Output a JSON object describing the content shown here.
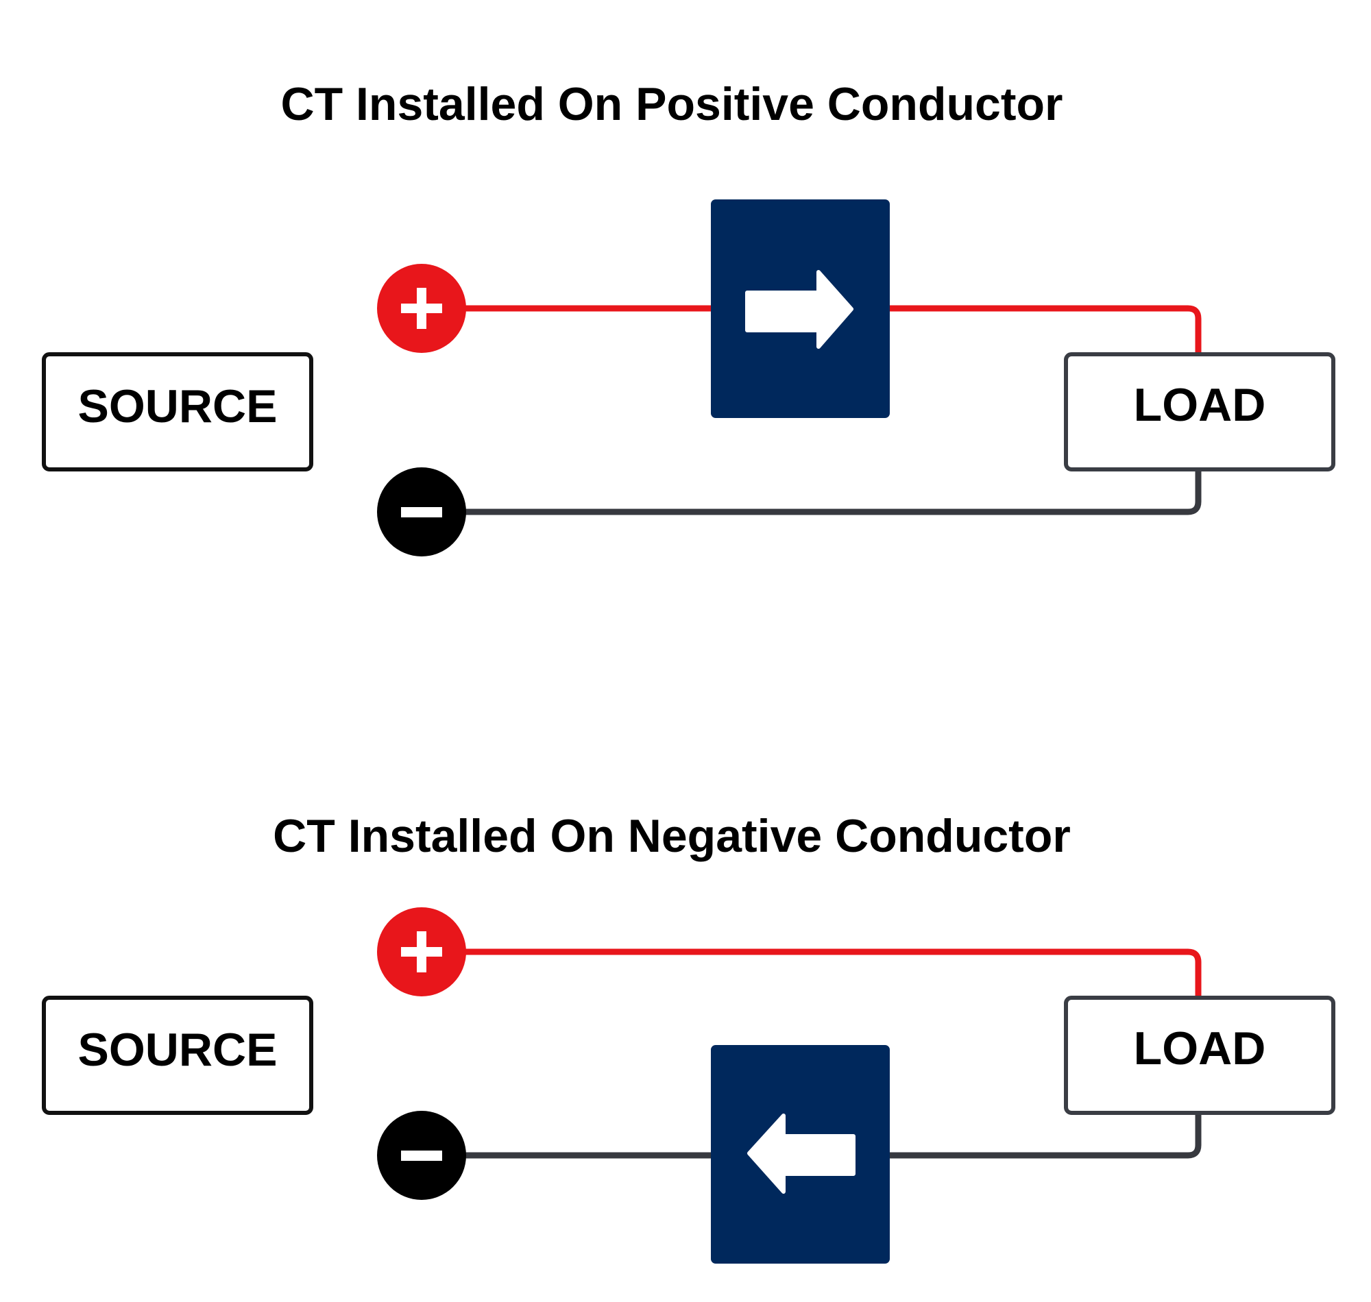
{
  "colors": {
    "positive": "#e8161b",
    "negative": "#37393f",
    "terminal_negative": "#000000",
    "ct": "#00285c",
    "source_border": "#111111",
    "load_border": "#3a3d44"
  },
  "diagrams": [
    {
      "title": "CT Installed On Positive Conductor",
      "source_label": "SOURCE",
      "load_label": "LOAD",
      "ct_conductor": "positive",
      "arrow_direction": "right",
      "icons": [
        "plus-terminal-icon",
        "minus-terminal-icon",
        "arrow-right-icon"
      ]
    },
    {
      "title": "CT Installed On Negative Conductor",
      "source_label": "SOURCE",
      "load_label": "LOAD",
      "ct_conductor": "negative",
      "arrow_direction": "left",
      "icons": [
        "plus-terminal-icon",
        "minus-terminal-icon",
        "arrow-left-icon"
      ]
    }
  ]
}
